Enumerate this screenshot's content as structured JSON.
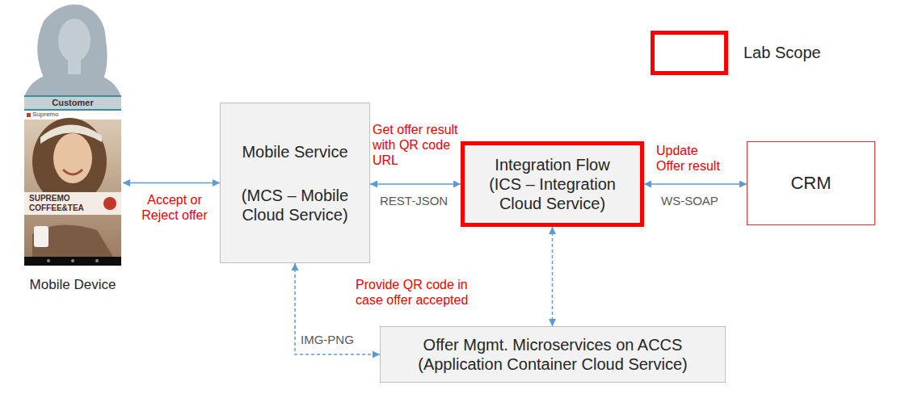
{
  "diagram": {
    "nodes": [
      {
        "text": [
          "Mobile Device"
        ]
      },
      {
        "text": [
          "Mobile Service",
          "(MCS – Mobile Cloud Service)"
        ]
      },
      {
        "text": [
          "Integration Flow (ICS – Integration Cloud Service)"
        ]
      },
      {
        "text": [
          "CRM"
        ]
      },
      {
        "text": [
          "Offer Mgmt. Microservices on ACCS (Application Container Cloud Service)"
        ]
      }
    ],
    "edges": [
      {
        "from": 0,
        "to": 1,
        "arrow": "both",
        "label": "Accept or Reject offer"
      },
      {
        "from": 1,
        "to": 2,
        "arrow": "both",
        "label": "Get offer result with QR code URL"
      },
      {
        "from": 2,
        "to": 3,
        "arrow": "both",
        "label": "Update Offer result"
      },
      {
        "from": 2,
        "to": 4,
        "arrow": "both"
      },
      {
        "from": 1,
        "to": 4,
        "arrow": "both",
        "label": "Provide QR code in case offer accepted"
      }
    ],
    "labels": [
      "Customer",
      "Supremo",
      "SUPREMO COFFEE&TEA",
      "REST-JSON",
      "WS-SOAP",
      "IMG-PNG"
    ],
    "legend": [
      {
        "text": "Lab Scope"
      }
    ]
  }
}
